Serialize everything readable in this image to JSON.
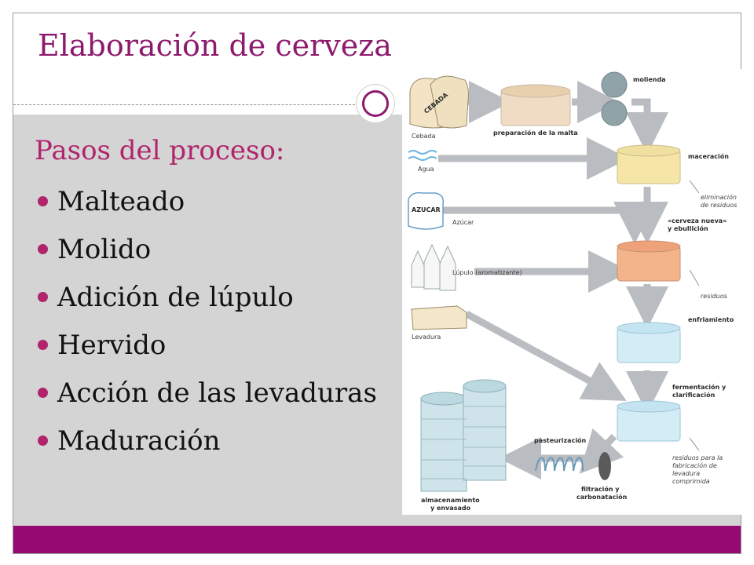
{
  "slide": {
    "title": "Elaboración de cerveza",
    "subtitle": "Pasos del proceso:",
    "bullets": [
      "Malteado",
      "Molido",
      "Adición de lúpulo",
      "Hervido",
      "Acción de las levaduras",
      "Maduración"
    ]
  },
  "diagram": {
    "sack_cebada_label": "CEBADA",
    "sack_azucar_label": "AZUCAR",
    "cebada": "Cebada",
    "agua": "Agua",
    "azucar": "Azúcar",
    "lupulo": "Lúpulo (aromatizante)",
    "levadura": "Levadura",
    "preparacion": "preparación de la malta",
    "molienda": "molienda",
    "maceracion": "maceración",
    "eliminacion_1": "eliminación",
    "eliminacion_2": "de residuos",
    "cerveza_nueva_1": "«cerveza nueva»",
    "cerveza_nueva_2": "y ebullición",
    "residuos": "residuos",
    "enfriamiento": "enfriamiento",
    "fermentacion_1": "fermentación y",
    "fermentacion_2": "clarificación",
    "residuos_fab_1": "residuos para la",
    "residuos_fab_2": "fabricación de",
    "residuos_fab_3": "levadura",
    "residuos_fab_4": "comprimida",
    "pasteurizacion": "pasteurización",
    "filtracion_1": "filtración y",
    "filtracion_2": "carbonatación",
    "almacenamiento_1": "almacenamiento",
    "almacenamiento_2": "y envasado"
  },
  "colors": {
    "accent": "#8e1a6e",
    "subtitle": "#b0246c",
    "footer": "#950a72",
    "panel": "#d4d4d4"
  }
}
